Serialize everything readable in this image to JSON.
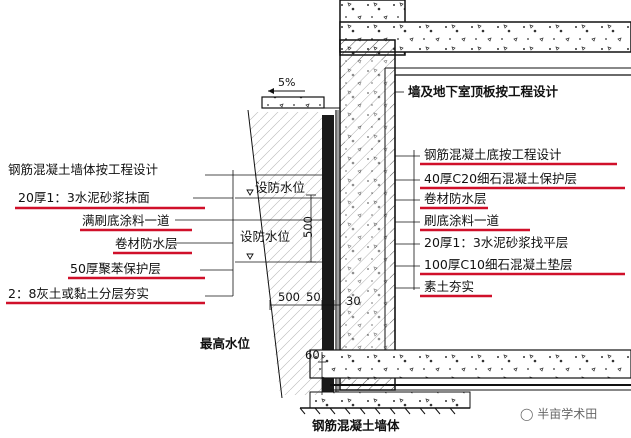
{
  "drawing": {
    "slope": "5%",
    "top_note": "墙及地下室顶板按工程设计",
    "left_labels": [
      "钢筋混凝土墙体按工程设计",
      "20厚1：3水泥砂浆抹面",
      "满刷底涂料一道",
      "卷材防水层",
      "50厚聚苯保护层",
      "2：8灰土或黏土分层夯实"
    ],
    "right_labels": [
      "钢筋混凝土底按工程设计",
      "40厚C20细石混凝土保护层",
      "卷材防水层",
      "刷底涂料一道",
      "20厚1：3水泥砂浆找平层",
      "100厚C10细石混凝土垫层",
      "素土夯实"
    ],
    "water_level_1": "设防水位",
    "water_level_2": "设防水位",
    "highest_water_level": "最高水位",
    "dimensions": {
      "d500_vertical": "500",
      "d500_horizontal": "500",
      "d50": "50",
      "d30": "30",
      "d60": "60"
    },
    "caption": "钢筋混凝土墙体",
    "watermark": "半亩学术田"
  },
  "colors": {
    "underline": "#d0102a",
    "line": "#111111",
    "insulation": "#1a1a1a"
  }
}
